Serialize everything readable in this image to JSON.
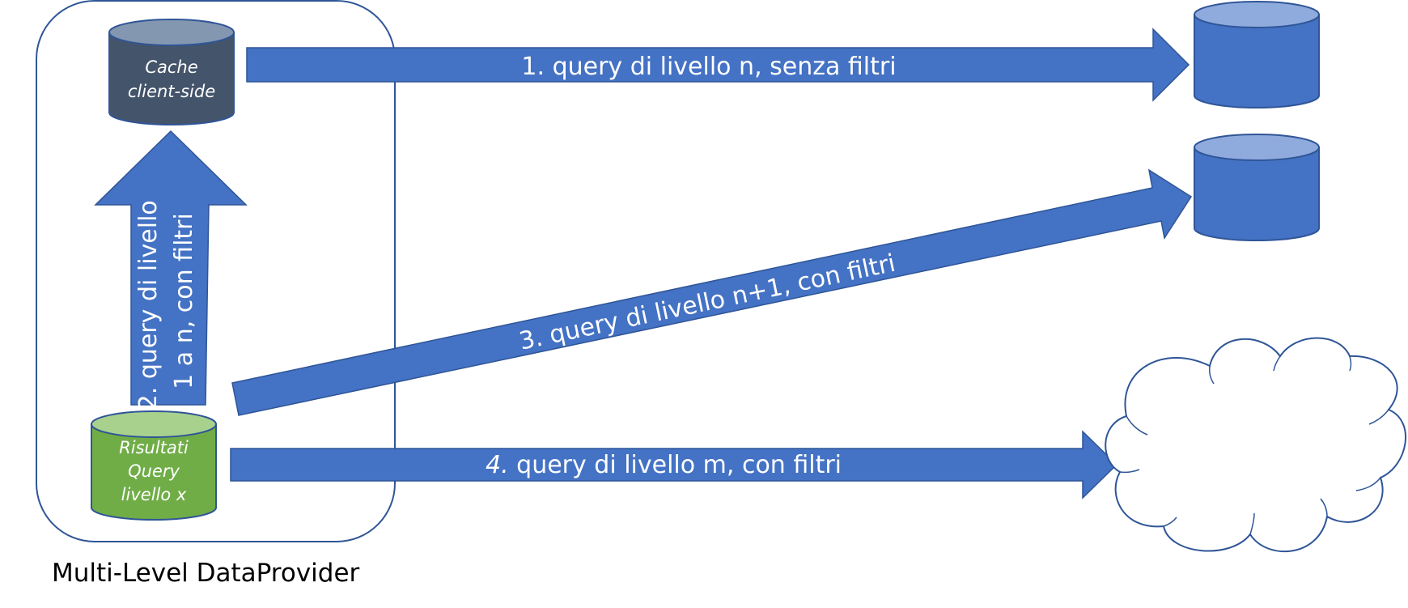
{
  "container": {
    "caption": "Multi-Level DataProvider"
  },
  "cache_db": {
    "line1": "Cache",
    "line2": "client-side"
  },
  "results_db": {
    "line1": "Risultati",
    "line2": "Query",
    "line3": "livello x"
  },
  "arrows": {
    "arrow1_label": "1. query di livello n, senza filtri",
    "arrow2_label_line1": "2. query di livello",
    "arrow2_label_line2": "1 a n, con filtri",
    "arrow3_label": "3. query di livello n+1, con filtri",
    "arrow4_number": "4.",
    "arrow4_label": " query di livello m, con filtri"
  },
  "colors": {
    "arrow_blue": "#4472C4",
    "arrow_border": "#2F5597",
    "cache_db_body": "#44546A",
    "cache_db_top": "#8497B0",
    "results_db_body": "#70AD47",
    "results_db_top": "#A9D18E",
    "target_db_body": "#4472C4",
    "target_db_top": "#8FAADC",
    "container_border": "#2F5597",
    "cloud_border": "#2F5597"
  },
  "icons": [
    "database-icon",
    "cloud-icon"
  ]
}
